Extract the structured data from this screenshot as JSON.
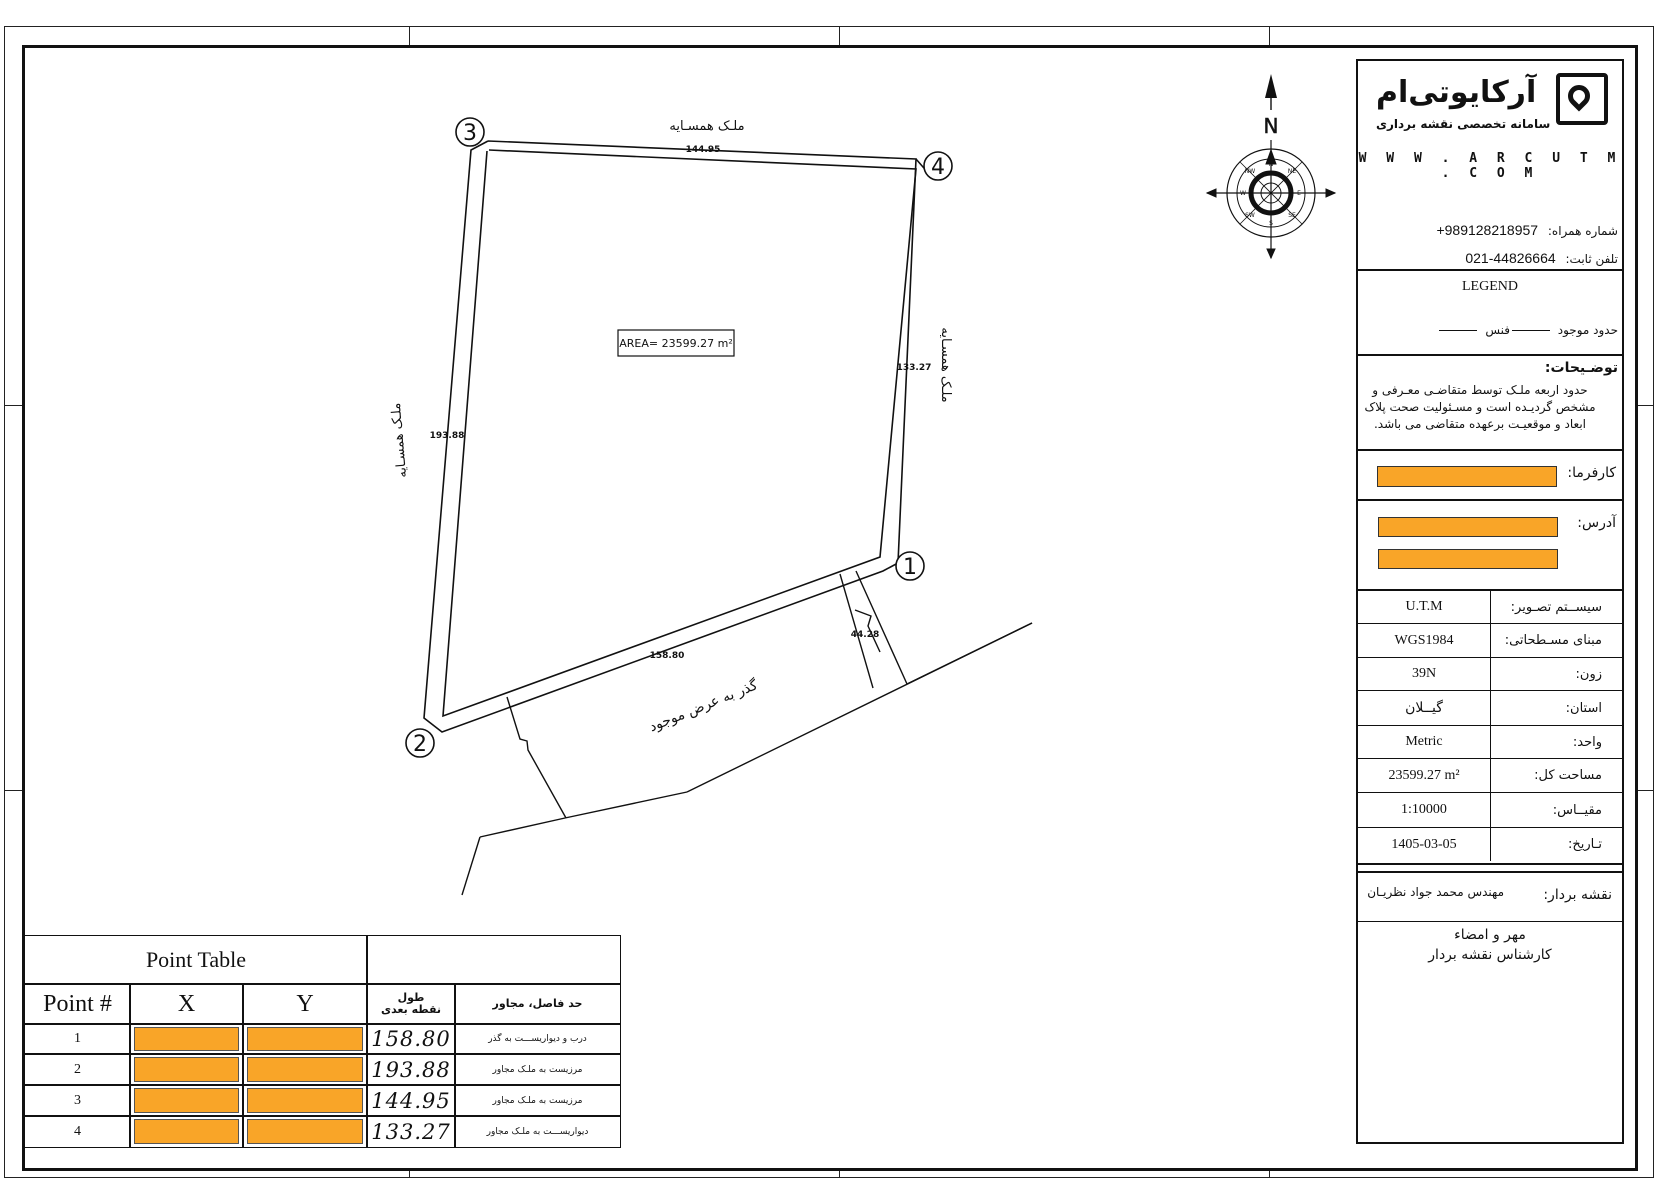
{
  "plan": {
    "area_label": "AREA= 23599.27 m²",
    "north_label": "N",
    "points": [
      {
        "id": "1",
        "label": "1"
      },
      {
        "id": "2",
        "label": "2"
      },
      {
        "id": "3",
        "label": "3"
      },
      {
        "id": "4",
        "label": "4"
      }
    ],
    "edges": {
      "top": "144.95",
      "left": "193.88",
      "right": "133.27",
      "bottom": "158.80",
      "access_width": "44.28"
    },
    "neighbors": {
      "top": "ملـک همسـایه",
      "left": "ملـک همسـایه",
      "right": "ملـک همسـایه"
    },
    "road_label": "گذر به عرض موجود",
    "compass_letters": [
      "N",
      "NE",
      "E",
      "SE",
      "S",
      "SW",
      "W",
      "NW"
    ]
  },
  "title_block": {
    "logo_name": "آرکایوتی‌ام",
    "logo_tagline": "سامانه تخصصی نقشه برداری",
    "website": "W W W . A R C U T M . C O M",
    "mobile_label": "شماره همراه:",
    "mobile_value": "+989128218957",
    "phone_label": "تلفن ثابت:",
    "phone_value": "021-44826664",
    "legend_title": "LEGEND",
    "legend_existing": "حدود موجود",
    "legend_fence": "فنس",
    "notes_title": "توضـیحات:",
    "notes_text": "حدود اربعه ملـک توسط متقاضـی معـرفی و مشخص گردیـده است و مسـئولیت صحت پلاک ابعاد و موقعیـت برعهده متقاضی می باشد.",
    "employer_label": "کارفرما:",
    "address_label": "آدرس:",
    "specs": [
      {
        "key": "سیســتم تصـویر:",
        "value": "U.T.M"
      },
      {
        "key": "مبنای مسـطحاتی:",
        "value": "WGS1984"
      },
      {
        "key": "زون:",
        "value": "39N"
      },
      {
        "key": "استان:",
        "value": "گیــلان"
      },
      {
        "key": "واحد:",
        "value": "Metric"
      },
      {
        "key": "مساحت کل:",
        "value": "23599.27 m²"
      },
      {
        "key": "مقیــاس:",
        "value": "1:10000"
      },
      {
        "key": "تـاریخ:",
        "value": "1405-03-05"
      }
    ],
    "surveyor_label": "نقشه بردار:",
    "surveyor_name": "مهندس محمد جواد نظریـان",
    "seal_line1": "مهر و امضاء",
    "seal_line2": "کارشناس نقشه بردار"
  },
  "point_table": {
    "title": "Point Table",
    "col_point": "Point #",
    "col_x": "X",
    "col_y": "Y",
    "col_length_1": "طول",
    "col_length_2": "نقطه بعدی",
    "col_adjacent": "حد فاصل، مجاور",
    "rows": [
      {
        "point": "1",
        "length": "158.80",
        "adjacent": "درب و دیواریســـت به گذر"
      },
      {
        "point": "2",
        "length": "193.88",
        "adjacent": "مرزیست به ملـک مجاور"
      },
      {
        "point": "3",
        "length": "144.95",
        "adjacent": "مرزیست به ملـک مجاور"
      },
      {
        "point": "4",
        "length": "133.27",
        "adjacent": "دیواریســـت به ملـک مجاور"
      }
    ]
  },
  "colors": {
    "redacted_fill": "#f9a528",
    "line": "#111111"
  }
}
